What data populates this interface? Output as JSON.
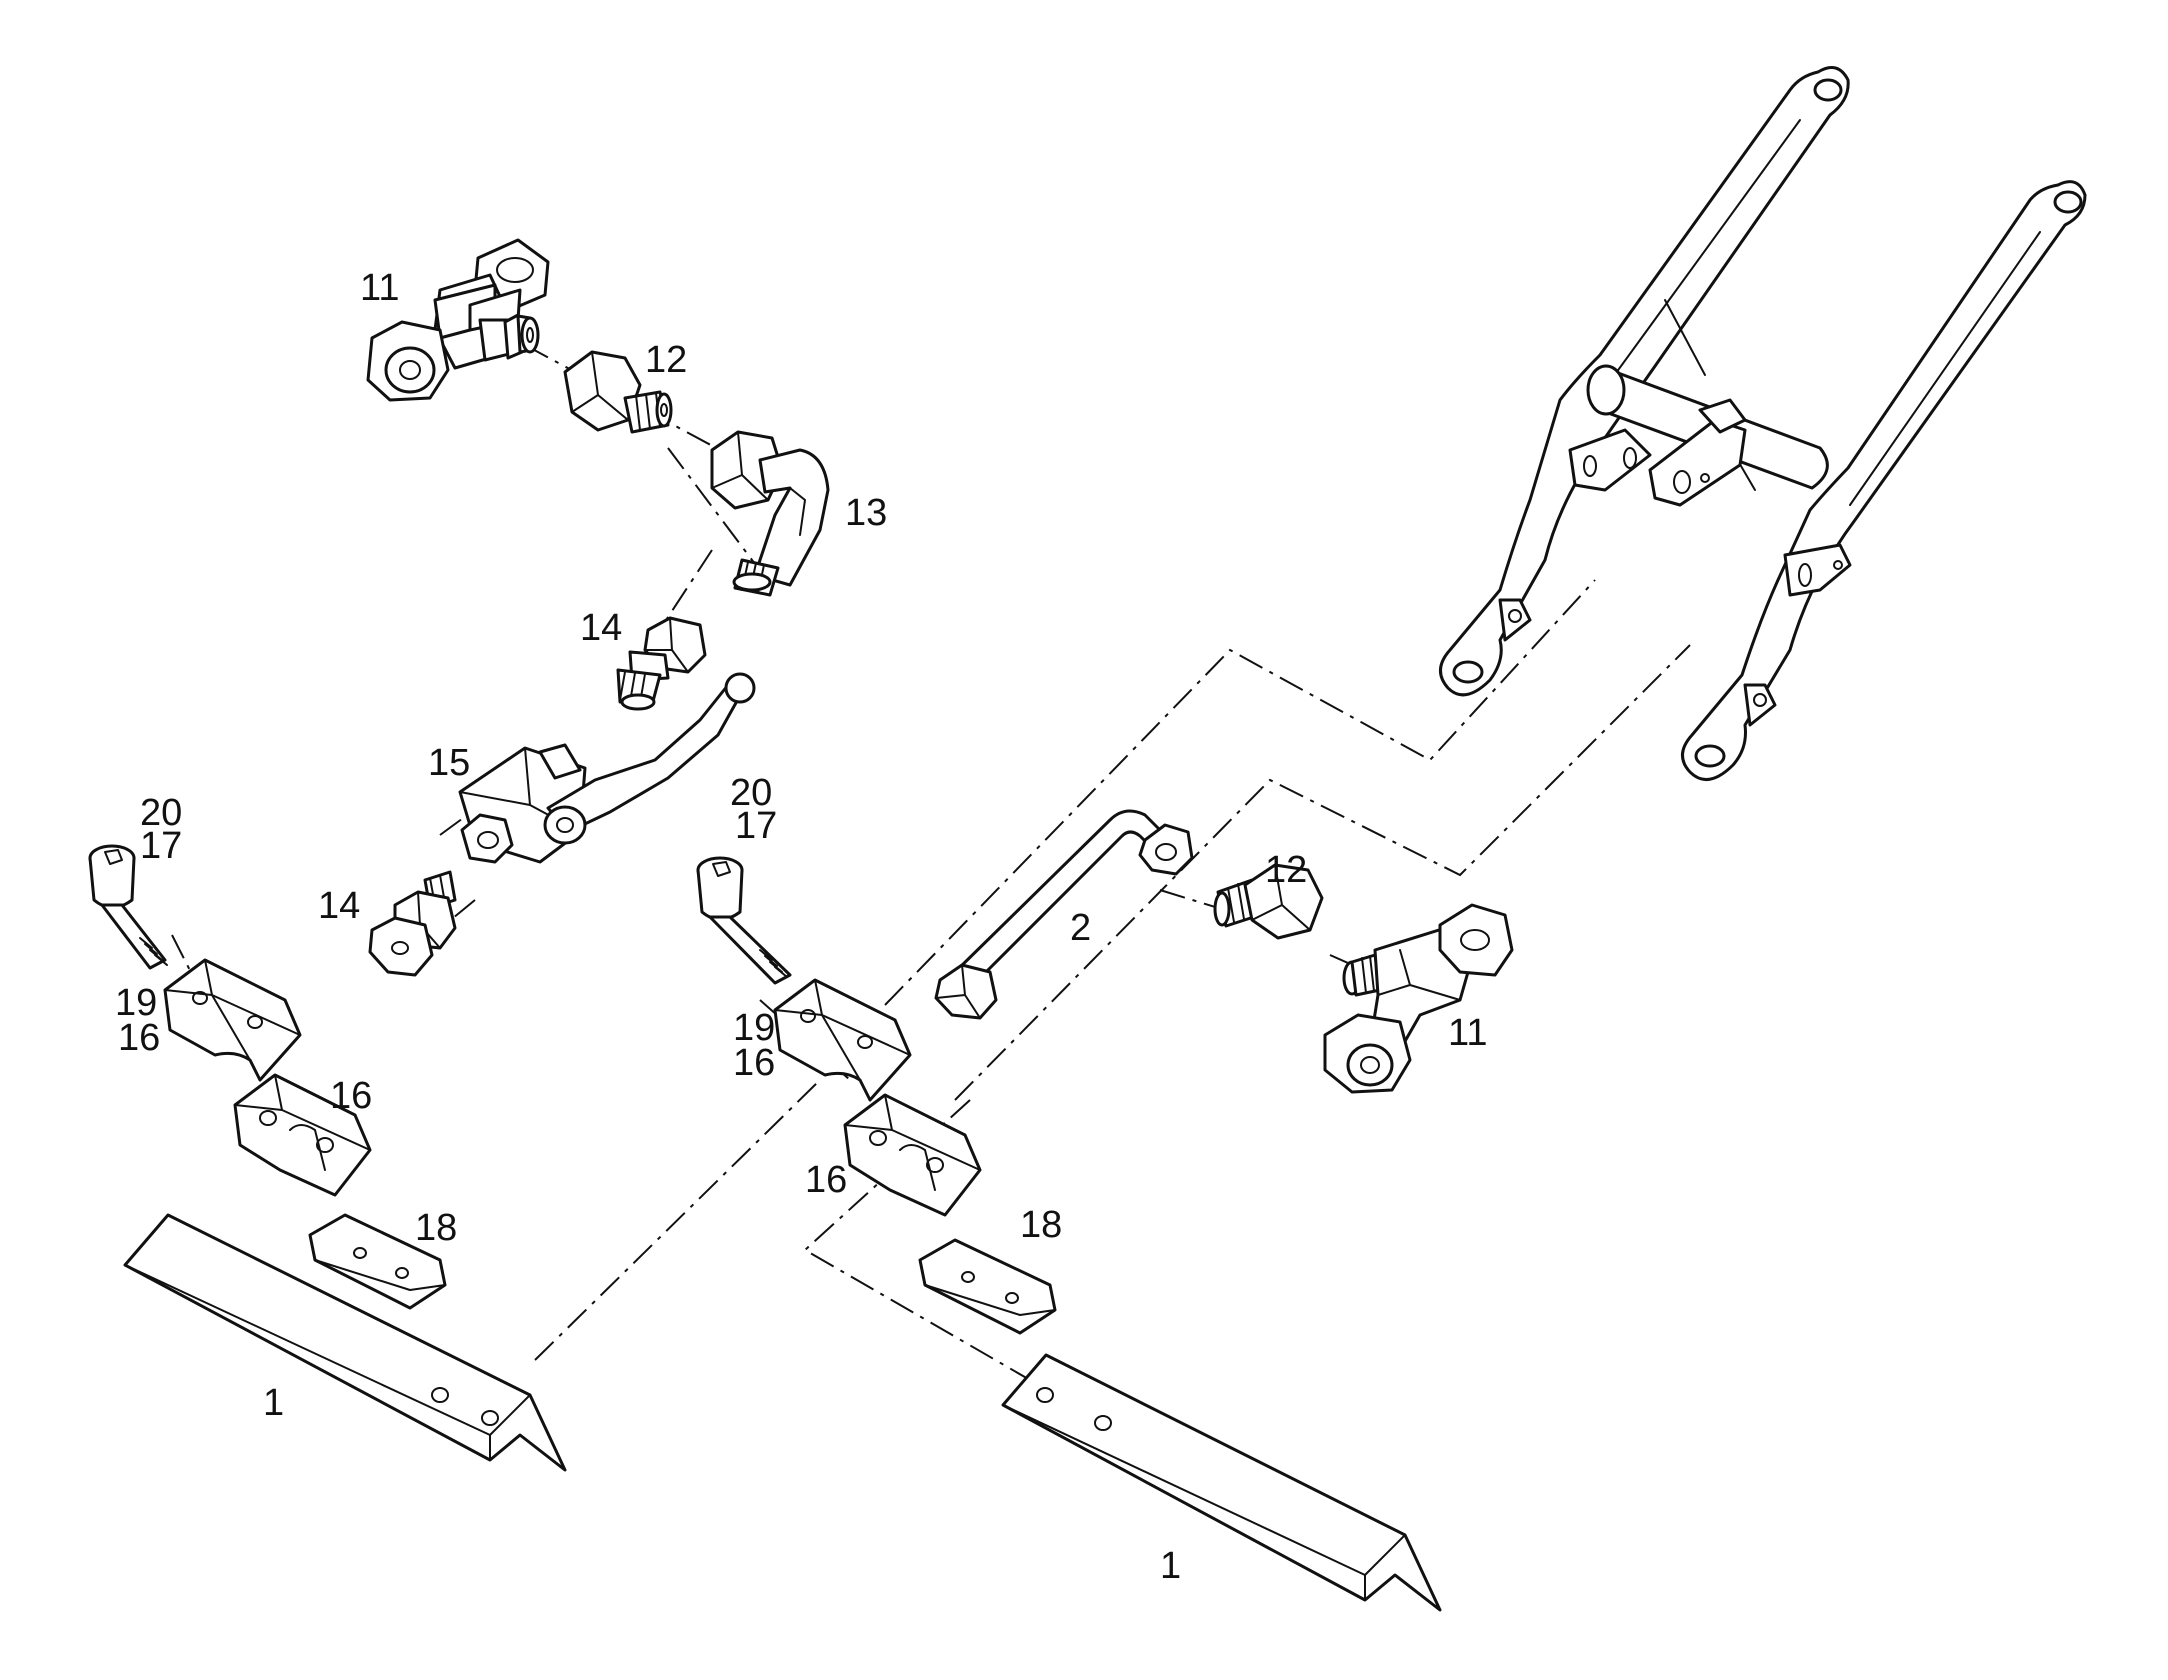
{
  "diagram": {
    "type": "exploded parts diagram",
    "line_color": "#111111",
    "background": "#ffffff",
    "callouts": {
      "tee_left": "11",
      "tee_right": "11",
      "union_upper": "12",
      "union_right": "12",
      "elbow": "13",
      "adapter_upper": "14",
      "adapter_lower": "14",
      "ball_valve": "15",
      "washer_left": "20",
      "bolt_left": "17",
      "washer_mid": "20",
      "bolt_mid": "17",
      "spacer_left": "19",
      "clamp_upper_left": "16",
      "clamp_lower_left": "16",
      "spacer_mid": "19",
      "clamp_upper_mid": "16",
      "clamp_lower_mid": "16",
      "plate_left": "18",
      "plate_right": "18",
      "tube": "2",
      "angle_left": "1",
      "angle_right": "1"
    }
  }
}
